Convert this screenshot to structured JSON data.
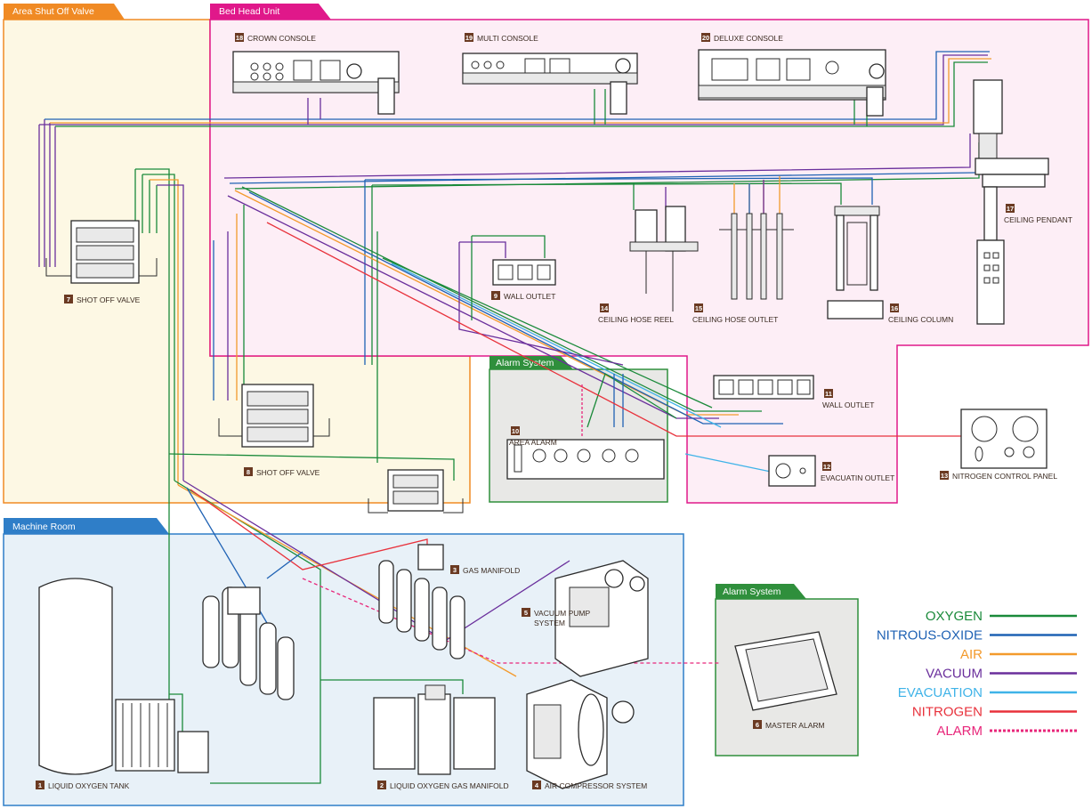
{
  "colors": {
    "oxygen": "#1a8a3a",
    "nitrous_oxide": "#1f62b4",
    "air": "#f39a2c",
    "vacuum": "#6a2f9c",
    "evacuation": "#3fb3e8",
    "nitrogen": "#e8323c",
    "alarm": "#e8267a",
    "zone_orange": "#f08a24",
    "zone_magenta": "#e0188a",
    "zone_green": "#2f8f3c",
    "zone_blue": "#2f7ec8"
  },
  "zones": {
    "area_shutoff": "Area Shut Off Valve",
    "bed_head": "Bed Head Unit",
    "alarm_1": "Alarm System",
    "alarm_2": "Alarm System",
    "machine_room": "Machine Room"
  },
  "components": [
    {
      "num": "1",
      "label": "LIQUID OXYGEN TANK"
    },
    {
      "num": "2",
      "label": "LIQUID OXYGEN GAS MANIFOLD"
    },
    {
      "num": "3",
      "label": "GAS MANIFOLD"
    },
    {
      "num": "4",
      "label": "AIR COMPRESSOR SYSTEM"
    },
    {
      "num": "5",
      "label": "VACUUM PUMP",
      "label2": "SYSTEM"
    },
    {
      "num": "6",
      "label": "MASTER ALARM"
    },
    {
      "num": "7",
      "label": "SHOT OFF VALVE"
    },
    {
      "num": "8",
      "label": "SHOT OFF VALVE"
    },
    {
      "num": "9",
      "label": "WALL OUTLET"
    },
    {
      "num": "10",
      "label": "AREA ALARM"
    },
    {
      "num": "11",
      "label": "WALL OUTLET"
    },
    {
      "num": "12",
      "label": "EVACUATIN OUTLET"
    },
    {
      "num": "13",
      "label": "NITROGEN CONTROL PANEL"
    },
    {
      "num": "14",
      "label": "CEILING HOSE REEL"
    },
    {
      "num": "15",
      "label": "CEILING HOSE OUTLET"
    },
    {
      "num": "16",
      "label": "CEILING COLUMN"
    },
    {
      "num": "17",
      "label": "CEILING PENDANT"
    },
    {
      "num": "18",
      "label": "CROWN CONSOLE"
    },
    {
      "num": "19",
      "label": "MULTI CONSOLE"
    },
    {
      "num": "20",
      "label": "DELUXE CONSOLE"
    }
  ],
  "legend": [
    {
      "label": "OXYGEN",
      "color": "#1a8a3a",
      "dashed": false
    },
    {
      "label": "NITROUS-OXIDE",
      "color": "#1f62b4",
      "dashed": false
    },
    {
      "label": "AIR",
      "color": "#f39a2c",
      "dashed": false
    },
    {
      "label": "VACUUM",
      "color": "#6a2f9c",
      "dashed": false
    },
    {
      "label": "EVACUATION",
      "color": "#3fb3e8",
      "dashed": false
    },
    {
      "label": "NITROGEN",
      "color": "#e8323c",
      "dashed": false
    },
    {
      "label": "ALARM",
      "color": "#e8267a",
      "dashed": true
    }
  ]
}
